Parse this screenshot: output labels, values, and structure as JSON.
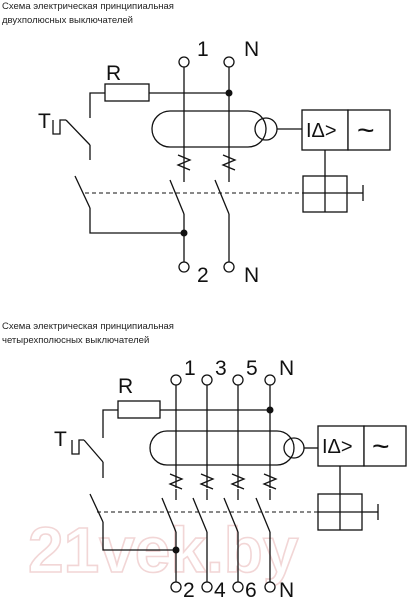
{
  "captions": {
    "top_line1": "Схема электрическая принципиальная",
    "top_line2": "двухполюсных выключателей",
    "bottom_line1": "Схема электрическая принципиальная",
    "bottom_line2": "четырехполюсных выключателей"
  },
  "top_diagram": {
    "input_labels": [
      "1",
      "N"
    ],
    "output_labels": [
      "2",
      "N"
    ],
    "resistor_label": "R",
    "test_button_label": "T",
    "sensor_label": "IΔ>",
    "ac_label": "~"
  },
  "bottom_diagram": {
    "input_labels": [
      "1",
      "3",
      "5",
      "N"
    ],
    "output_labels": [
      "2",
      "4",
      "6",
      "N"
    ],
    "resistor_label": "R",
    "test_button_label": "T",
    "sensor_label": "IΔ>",
    "ac_label": "~"
  },
  "watermark": "21vek.by"
}
